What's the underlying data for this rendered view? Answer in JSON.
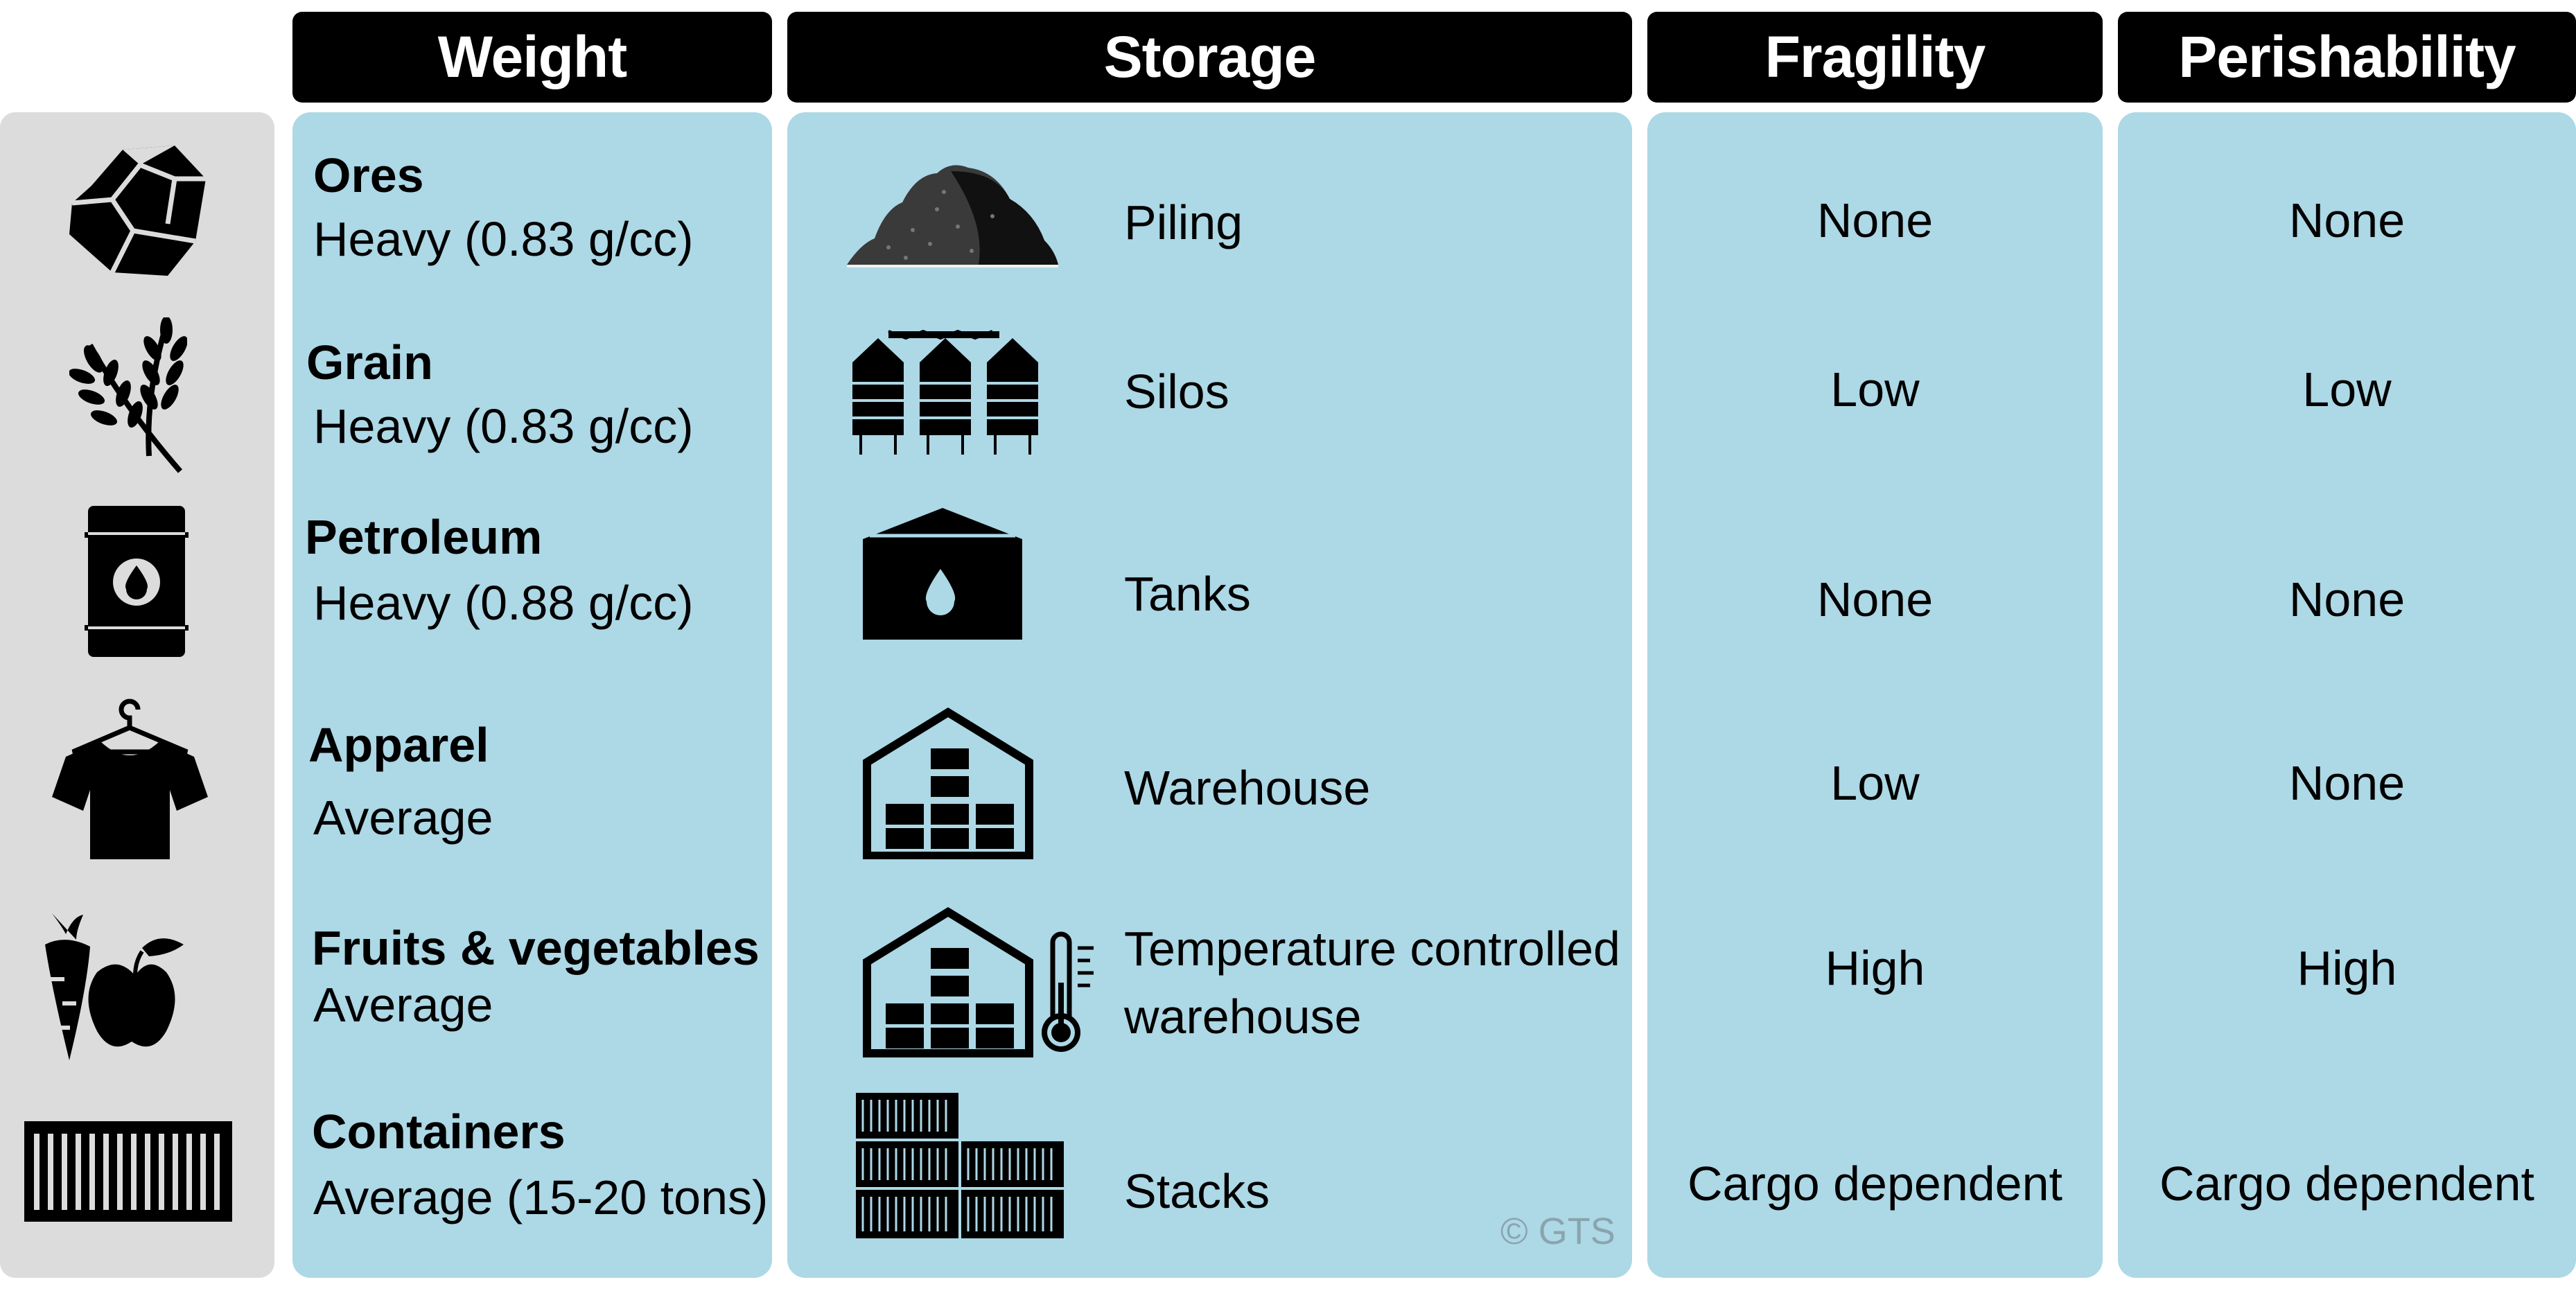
{
  "headers": {
    "weight": "Weight",
    "storage": "Storage",
    "fragility": "Fragility",
    "perishability": "Perishability"
  },
  "rows": [
    {
      "icon": "ore-rock-icon",
      "name": "Ores",
      "weight": "Heavy (0.83 g/cc)",
      "storage_icon": "ore-pile-icon",
      "storage": "Piling",
      "fragility": "None",
      "perishability": "None"
    },
    {
      "icon": "wheat-icon",
      "name": "Grain",
      "weight": "Heavy (0.83 g/cc)",
      "storage_icon": "silos-icon",
      "storage": "Silos",
      "fragility": "Low",
      "perishability": "Low"
    },
    {
      "icon": "oil-barrel-icon",
      "name": "Petroleum",
      "weight": "Heavy (0.88 g/cc)",
      "storage_icon": "oil-tank-icon",
      "storage": "Tanks",
      "fragility": "None",
      "perishability": "None"
    },
    {
      "icon": "tshirt-hanger-icon",
      "name": "Apparel",
      "weight": "Average",
      "storage_icon": "warehouse-icon",
      "storage": "Warehouse",
      "fragility": "Low",
      "perishability": "None"
    },
    {
      "icon": "carrot-apple-icon",
      "name": "Fruits & vegetables",
      "weight": "Average",
      "storage_icon": "temperature-warehouse-icon",
      "storage": "Temperature controlled\nwarehouse",
      "fragility": "High",
      "perishability": "High"
    },
    {
      "icon": "shipping-container-icon",
      "name": "Containers",
      "weight": "Average (15-20 tons)",
      "storage_icon": "container-stack-icon",
      "storage": "Stacks",
      "fragility": "Cargo dependent",
      "perishability": "Cargo dependent"
    }
  ],
  "credit": "© GTS",
  "colors": {
    "panel": "#add8e6",
    "icon_panel": "#dcdcdc",
    "header": "#000000",
    "header_text": "#ffffff"
  }
}
